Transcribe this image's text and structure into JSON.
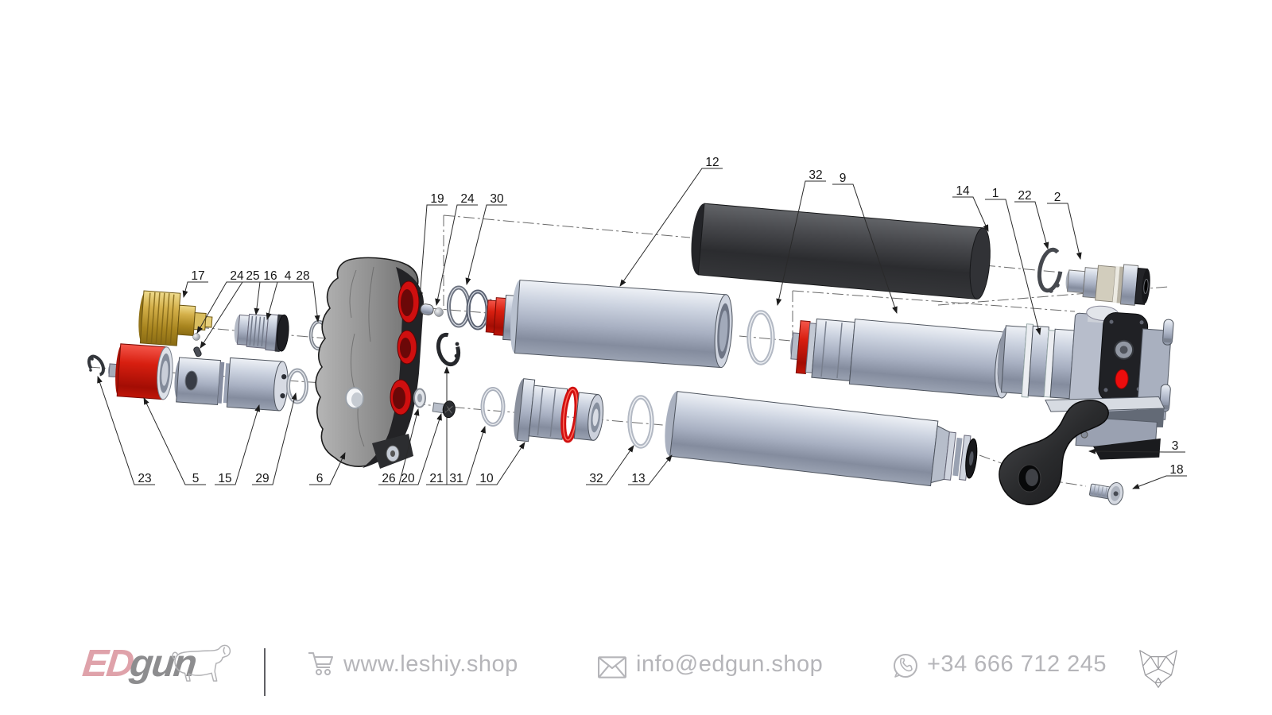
{
  "diagram": {
    "title_semantic": "exploded parts diagram",
    "callouts": [
      {
        "number": "19"
      },
      {
        "number": "24"
      },
      {
        "number": "30"
      },
      {
        "number": "12"
      },
      {
        "number": "32"
      },
      {
        "number": "9"
      },
      {
        "number": "14"
      },
      {
        "number": "1"
      },
      {
        "number": "22"
      },
      {
        "number": "2"
      },
      {
        "number": "17"
      },
      {
        "number": "24"
      },
      {
        "number": "25"
      },
      {
        "number": "16"
      },
      {
        "number": "4"
      },
      {
        "number": "28"
      },
      {
        "number": "23"
      },
      {
        "number": "5"
      },
      {
        "number": "15"
      },
      {
        "number": "29"
      },
      {
        "number": "6"
      },
      {
        "number": "26"
      },
      {
        "number": "20"
      },
      {
        "number": "21"
      },
      {
        "number": "31"
      },
      {
        "number": "10"
      },
      {
        "number": "32"
      },
      {
        "number": "13"
      },
      {
        "number": "3"
      },
      {
        "number": "18"
      }
    ]
  },
  "footer": {
    "brand_primary": "ED",
    "brand_secondary": "gun",
    "website": "www.leshiy.shop",
    "email": "info@edgun.shop",
    "phone": "+34 666 712 245",
    "icons": {
      "website": "cart-icon",
      "email": "envelope-icon",
      "phone": "whatsapp-icon",
      "brand_left": "dog-silhouette-icon",
      "brand_right": "fox-head-icon"
    }
  },
  "colors": {
    "accent_red": "#d40f0f",
    "gold": "#c9a43a",
    "metal_light": "#c6cdda",
    "dark_tube": "#2f3033",
    "label_text": "#161616",
    "footer_text": "#b5b5b9",
    "logo_pink": "#dfa2aa",
    "logo_gray": "#8d8d8f"
  }
}
